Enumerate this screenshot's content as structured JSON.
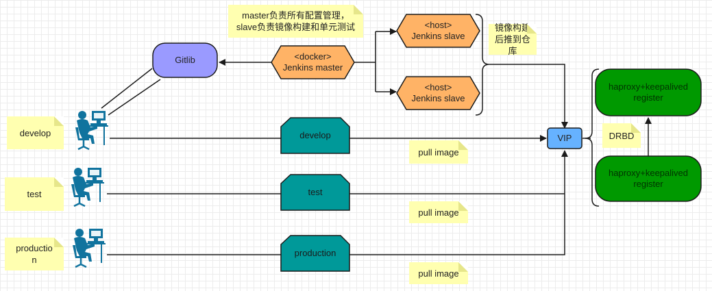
{
  "notes": {
    "master_note": "master负责所有配置管理，slave负责镜像构建和单元测试",
    "push_note": "镜像构建后推到仓库",
    "drbd": "DRBD",
    "pull_1": "pull image",
    "pull_2": "pull image",
    "pull_3": "pull image"
  },
  "nodes": {
    "gitlib": "Gitlib",
    "master_line1": "<docker>",
    "master_line2": "Jenkins master",
    "slave1_line1": "<host>",
    "slave1_line2": "Jenkins slave",
    "slave2_line1": "<host>",
    "slave2_line2": "Jenkins slave",
    "vip": "VIP",
    "ha1_line1": "haproxy+keepalived",
    "ha1_line2": "register",
    "ha2_line1": "haproxy+keepalived",
    "ha2_line2": "register",
    "env_develop": "develop",
    "env_test": "test",
    "env_production": "production"
  },
  "users": {
    "develop": "develop",
    "test": "test",
    "production": "productio n"
  },
  "colors": {
    "gitlib": "#9a9aff",
    "jenkins": "#ffb366",
    "env": "#009999",
    "vip": "#66b2ff",
    "registry": "#009900",
    "note": "#ffffb0",
    "user_icon": "#10739e"
  }
}
